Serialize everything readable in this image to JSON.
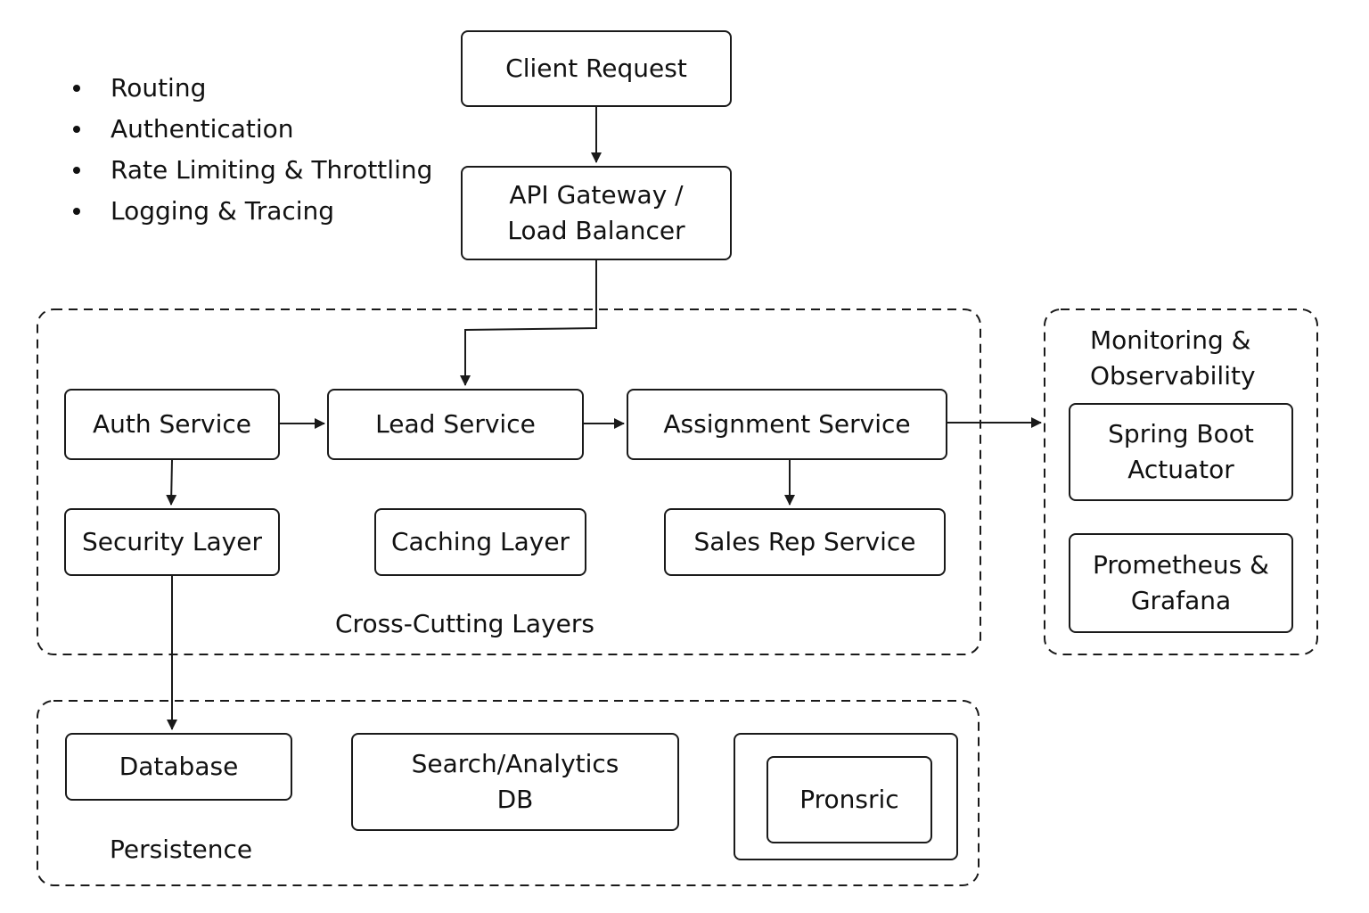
{
  "bullets": [
    "Routing",
    "Authentication",
    "Rate Limiting & Throttling",
    "Logging & Tracing"
  ],
  "nodes": {
    "client_request": "Client Request",
    "api_gateway": "API Gateway /\nLoad Balancer",
    "auth_service": "Auth Service",
    "lead_service": "Lead Service",
    "assignment_service": "Assignment Service",
    "security_layer": "Security Layer",
    "caching_layer": "Caching Layer",
    "sales_rep_service": "Sales Rep Service",
    "spring_boot_actuator": "Spring Boot\nActuator",
    "prometheus_grafana": "Prometheus &\nGrafana",
    "database": "Database",
    "search_analytics_db": "Search/Analytics\nDB",
    "pronsric": "Pronsric"
  },
  "groups": {
    "cross_cutting": "Cross-Cutting Layers",
    "monitoring": "Monitoring &\nObservability",
    "persistence": "Persistence"
  }
}
